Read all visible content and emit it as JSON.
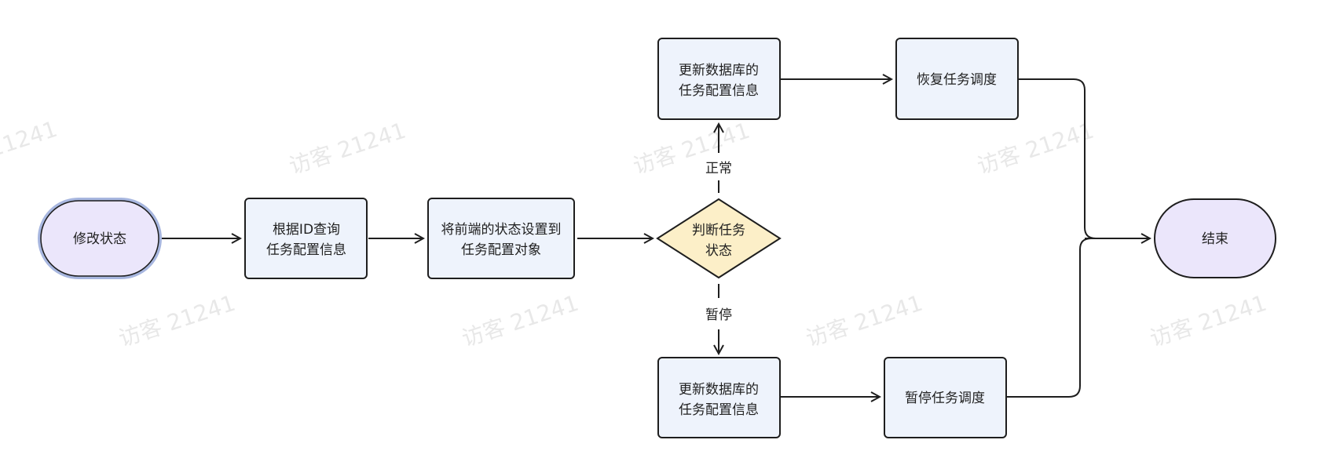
{
  "colors": {
    "terminal_fill": "#ebe6fb",
    "process_fill": "#eef3fc",
    "decision_fill": "#fcefc8",
    "stroke": "#1e1e1e",
    "watermark": "#d6d6d6"
  },
  "watermark": {
    "text": "访客 21241",
    "fragment": "21241"
  },
  "nodes": {
    "start": {
      "label": "修改状态"
    },
    "query": {
      "lines": [
        "根据ID查询",
        "任务配置信息"
      ]
    },
    "set_state": {
      "lines": [
        "将前端的状态设置到",
        "任务配置对象"
      ]
    },
    "decision": {
      "lines": [
        "判断任务",
        "状态"
      ]
    },
    "update_normal": {
      "lines": [
        "更新数据库的",
        "任务配置信息"
      ]
    },
    "resume": {
      "label": "恢复任务调度"
    },
    "update_pause": {
      "lines": [
        "更新数据库的",
        "任务配置信息"
      ]
    },
    "pause": {
      "label": "暂停任务调度"
    },
    "end": {
      "label": "结束"
    }
  },
  "edges": {
    "normal_label": "正常",
    "pause_label": "暂停"
  }
}
